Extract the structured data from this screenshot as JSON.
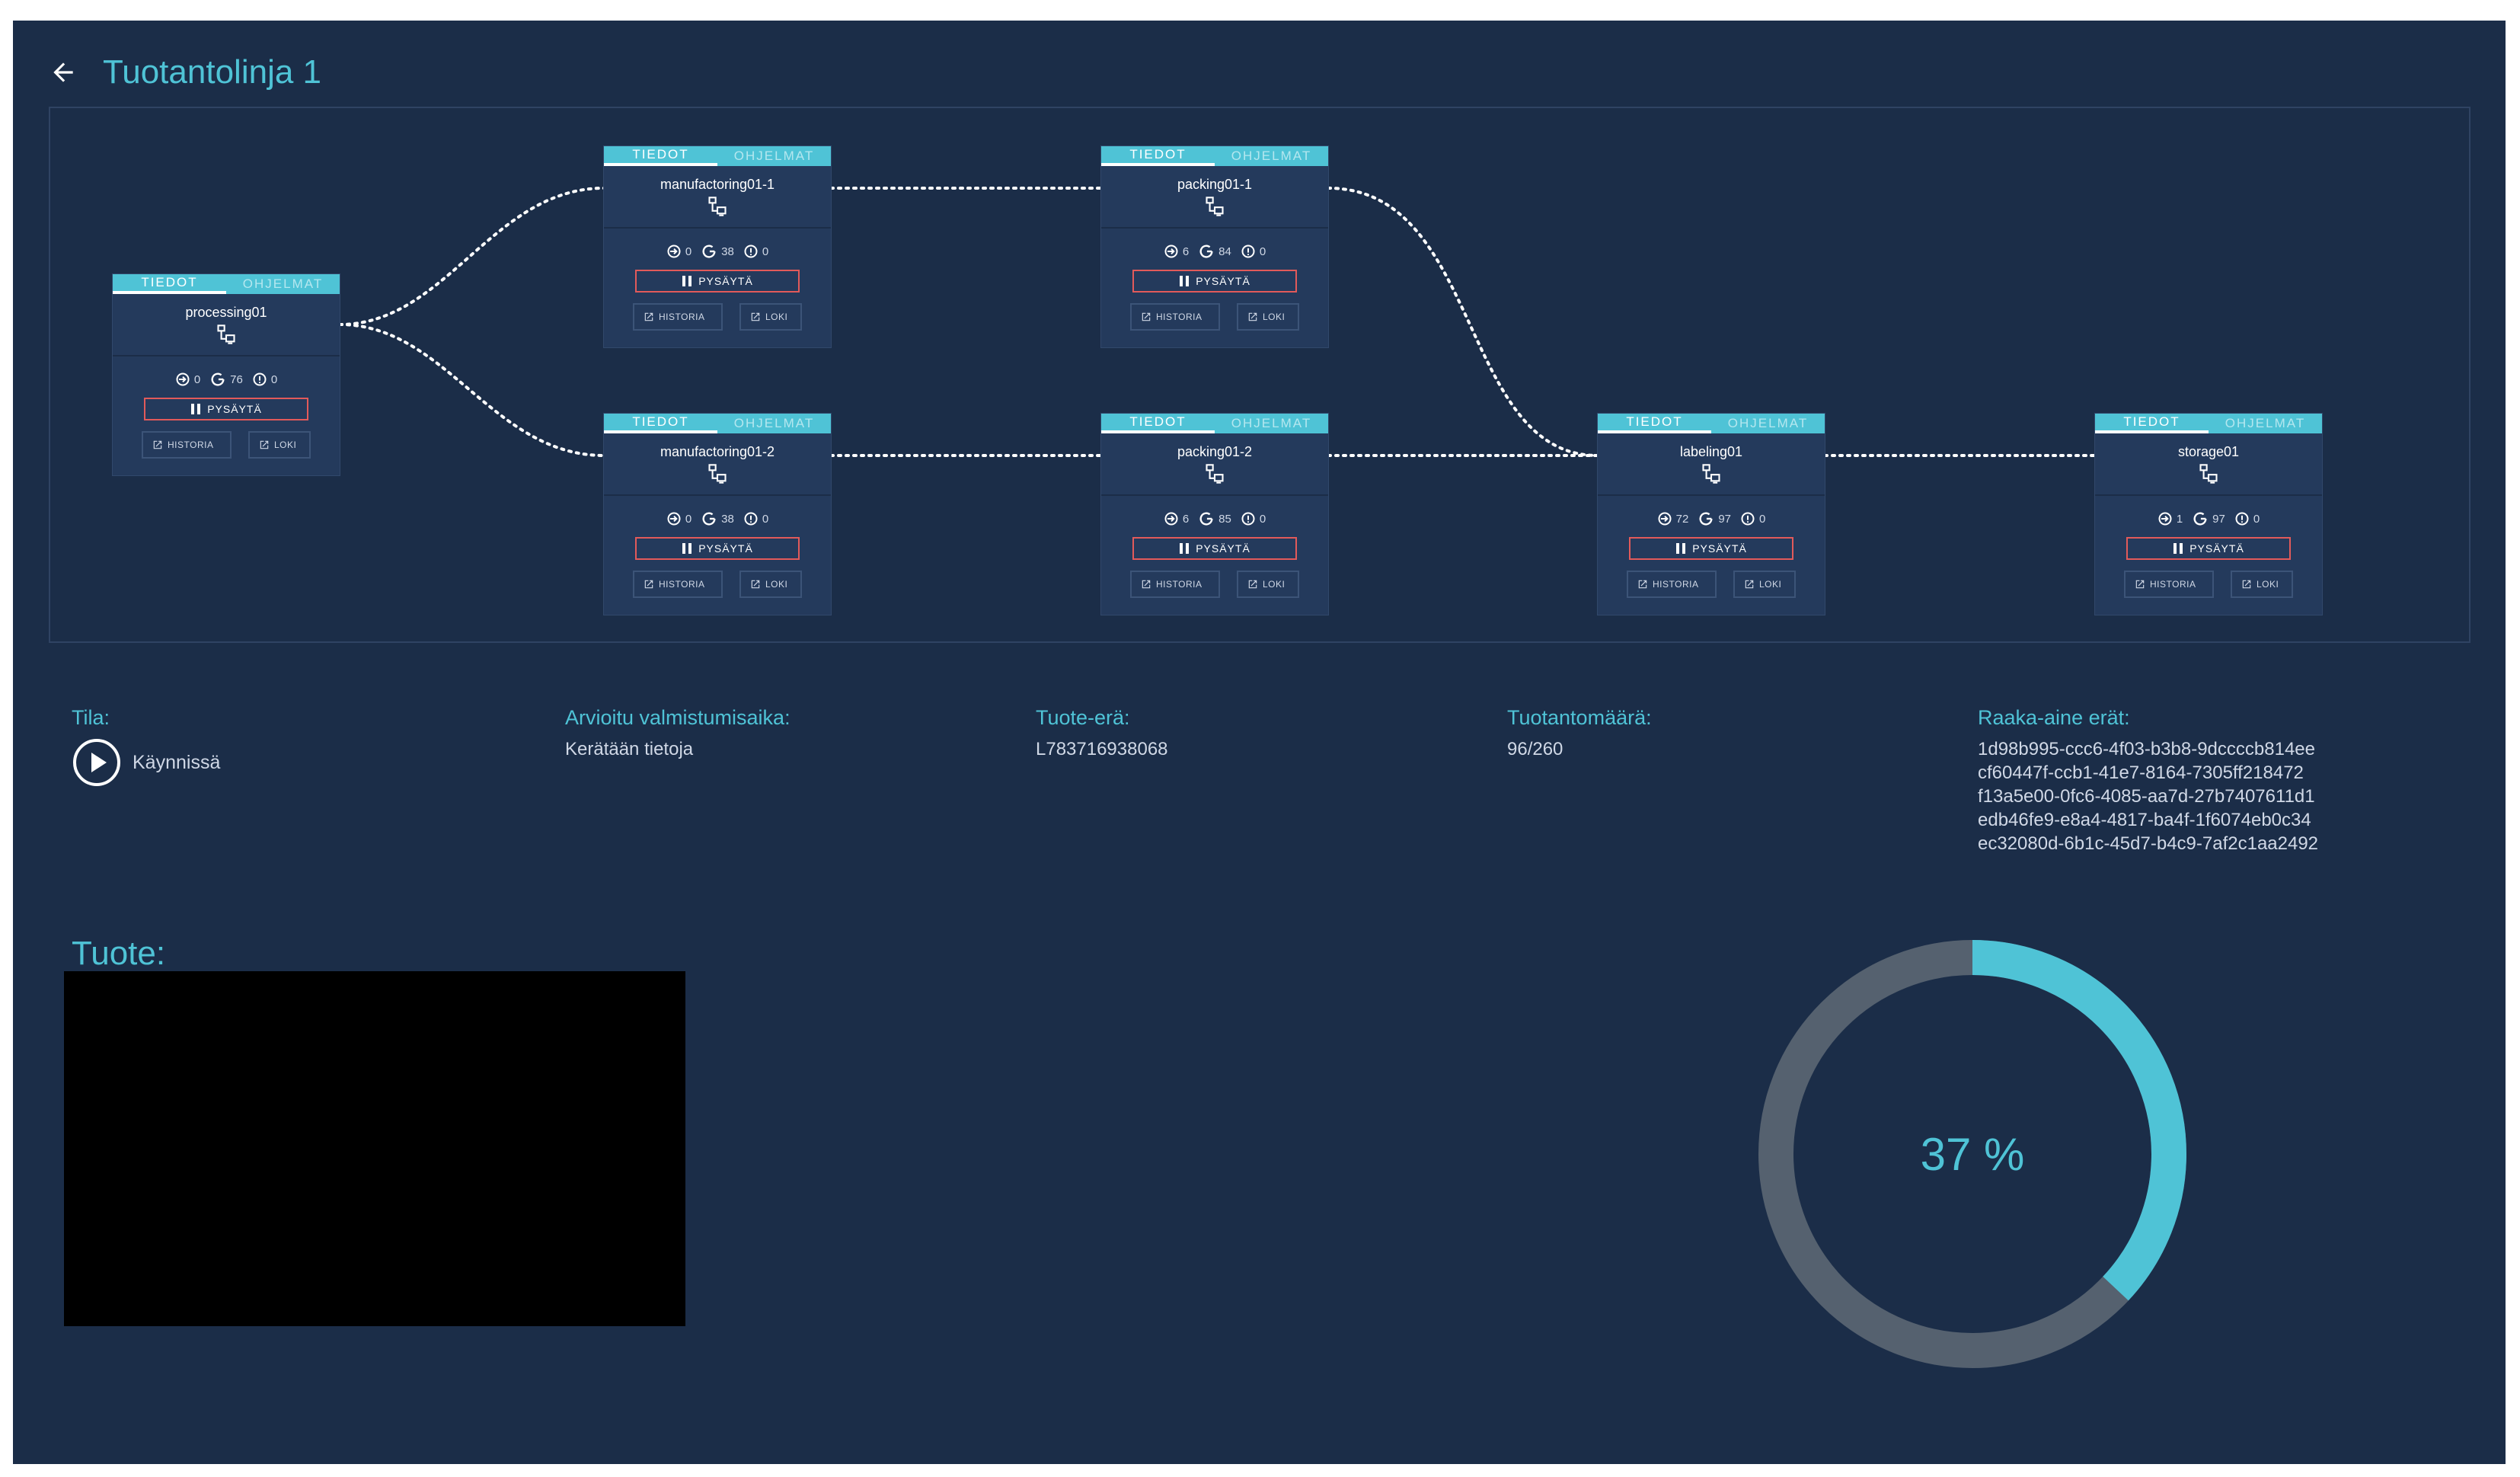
{
  "page": {
    "title": "Tuotantolinja 1"
  },
  "colors": {
    "accent": "#4fc3d6",
    "background": "#1b2d48",
    "node_bg": "#243a5c",
    "danger": "#e25a5a",
    "track": "#55616f"
  },
  "node_labels": {
    "tab_info": "TIEDOT",
    "tab_programs": "OHJELMAT",
    "pause": "PYSÄYTÄ",
    "history": "HISTORIA",
    "log": "LOKI"
  },
  "nodes": [
    {
      "name": "processing01",
      "in": "0",
      "cycle": "76",
      "error": "0"
    },
    {
      "name": "manufactoring01-1",
      "in": "0",
      "cycle": "38",
      "error": "0"
    },
    {
      "name": "packing01-1",
      "in": "6",
      "cycle": "84",
      "error": "0"
    },
    {
      "name": "manufactoring01-2",
      "in": "0",
      "cycle": "38",
      "error": "0"
    },
    {
      "name": "packing01-2",
      "in": "6",
      "cycle": "85",
      "error": "0"
    },
    {
      "name": "labeling01",
      "in": "72",
      "cycle": "97",
      "error": "0"
    },
    {
      "name": "storage01",
      "in": "1",
      "cycle": "97",
      "error": "0"
    }
  ],
  "info": {
    "status_label": "Tila:",
    "status_value": "Käynnissä",
    "eta_label": "Arvioitu valmistumisaika:",
    "eta_value": "Kerätään tietoja",
    "batch_label": "Tuote-erä:",
    "batch_value": "L783716938068",
    "quantity_label": "Tuotantomäärä:",
    "quantity_value": "96/260",
    "materials_label": "Raaka-aine erät:",
    "materials": [
      "1d98b995-ccc6-4f03-b3b8-9dccccb814ee",
      "cf60447f-ccb1-41e7-8164-7305ff218472",
      "f13a5e00-0fc6-4085-aa7d-27b7407611d1",
      "edb46fe9-e8a4-4817-ba4f-1f6074eb0c34",
      "ec32080d-6b1c-45d7-b4c9-7af2c1aa2492"
    ]
  },
  "product": {
    "title": "Tuote:"
  },
  "progress": {
    "percent": 37,
    "label": "37 %"
  },
  "icons": {
    "back": "arrow-left-icon",
    "device": "network-device-icon",
    "input": "login-icon",
    "cycle": "refresh-icon",
    "error": "alert-icon",
    "pause": "pause-icon",
    "external": "external-link-icon",
    "play": "play-circle-icon"
  }
}
